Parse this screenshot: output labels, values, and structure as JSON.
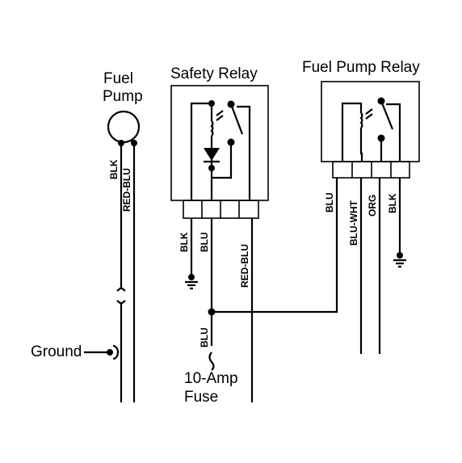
{
  "labels": {
    "fuel_pump_line1": "Fuel",
    "fuel_pump_line2": "Pump",
    "safety_relay": "Safety Relay",
    "fuel_pump_relay": "Fuel Pump Relay",
    "ground": "Ground",
    "fuse_line1": "10-Amp",
    "fuse_line2": "Fuse"
  },
  "wires": {
    "pump_blk": "BLK",
    "pump_red_blu": "RED-BLU",
    "safety_blk": "BLK",
    "safety_blu": "BLU",
    "safety_red_blu": "RED-BLU",
    "fuse_blu": "BLU",
    "fpr_blu": "BLU",
    "fpr_blu_wht": "BLU-WHT",
    "fpr_org": "ORG",
    "fpr_blk": "BLK"
  }
}
